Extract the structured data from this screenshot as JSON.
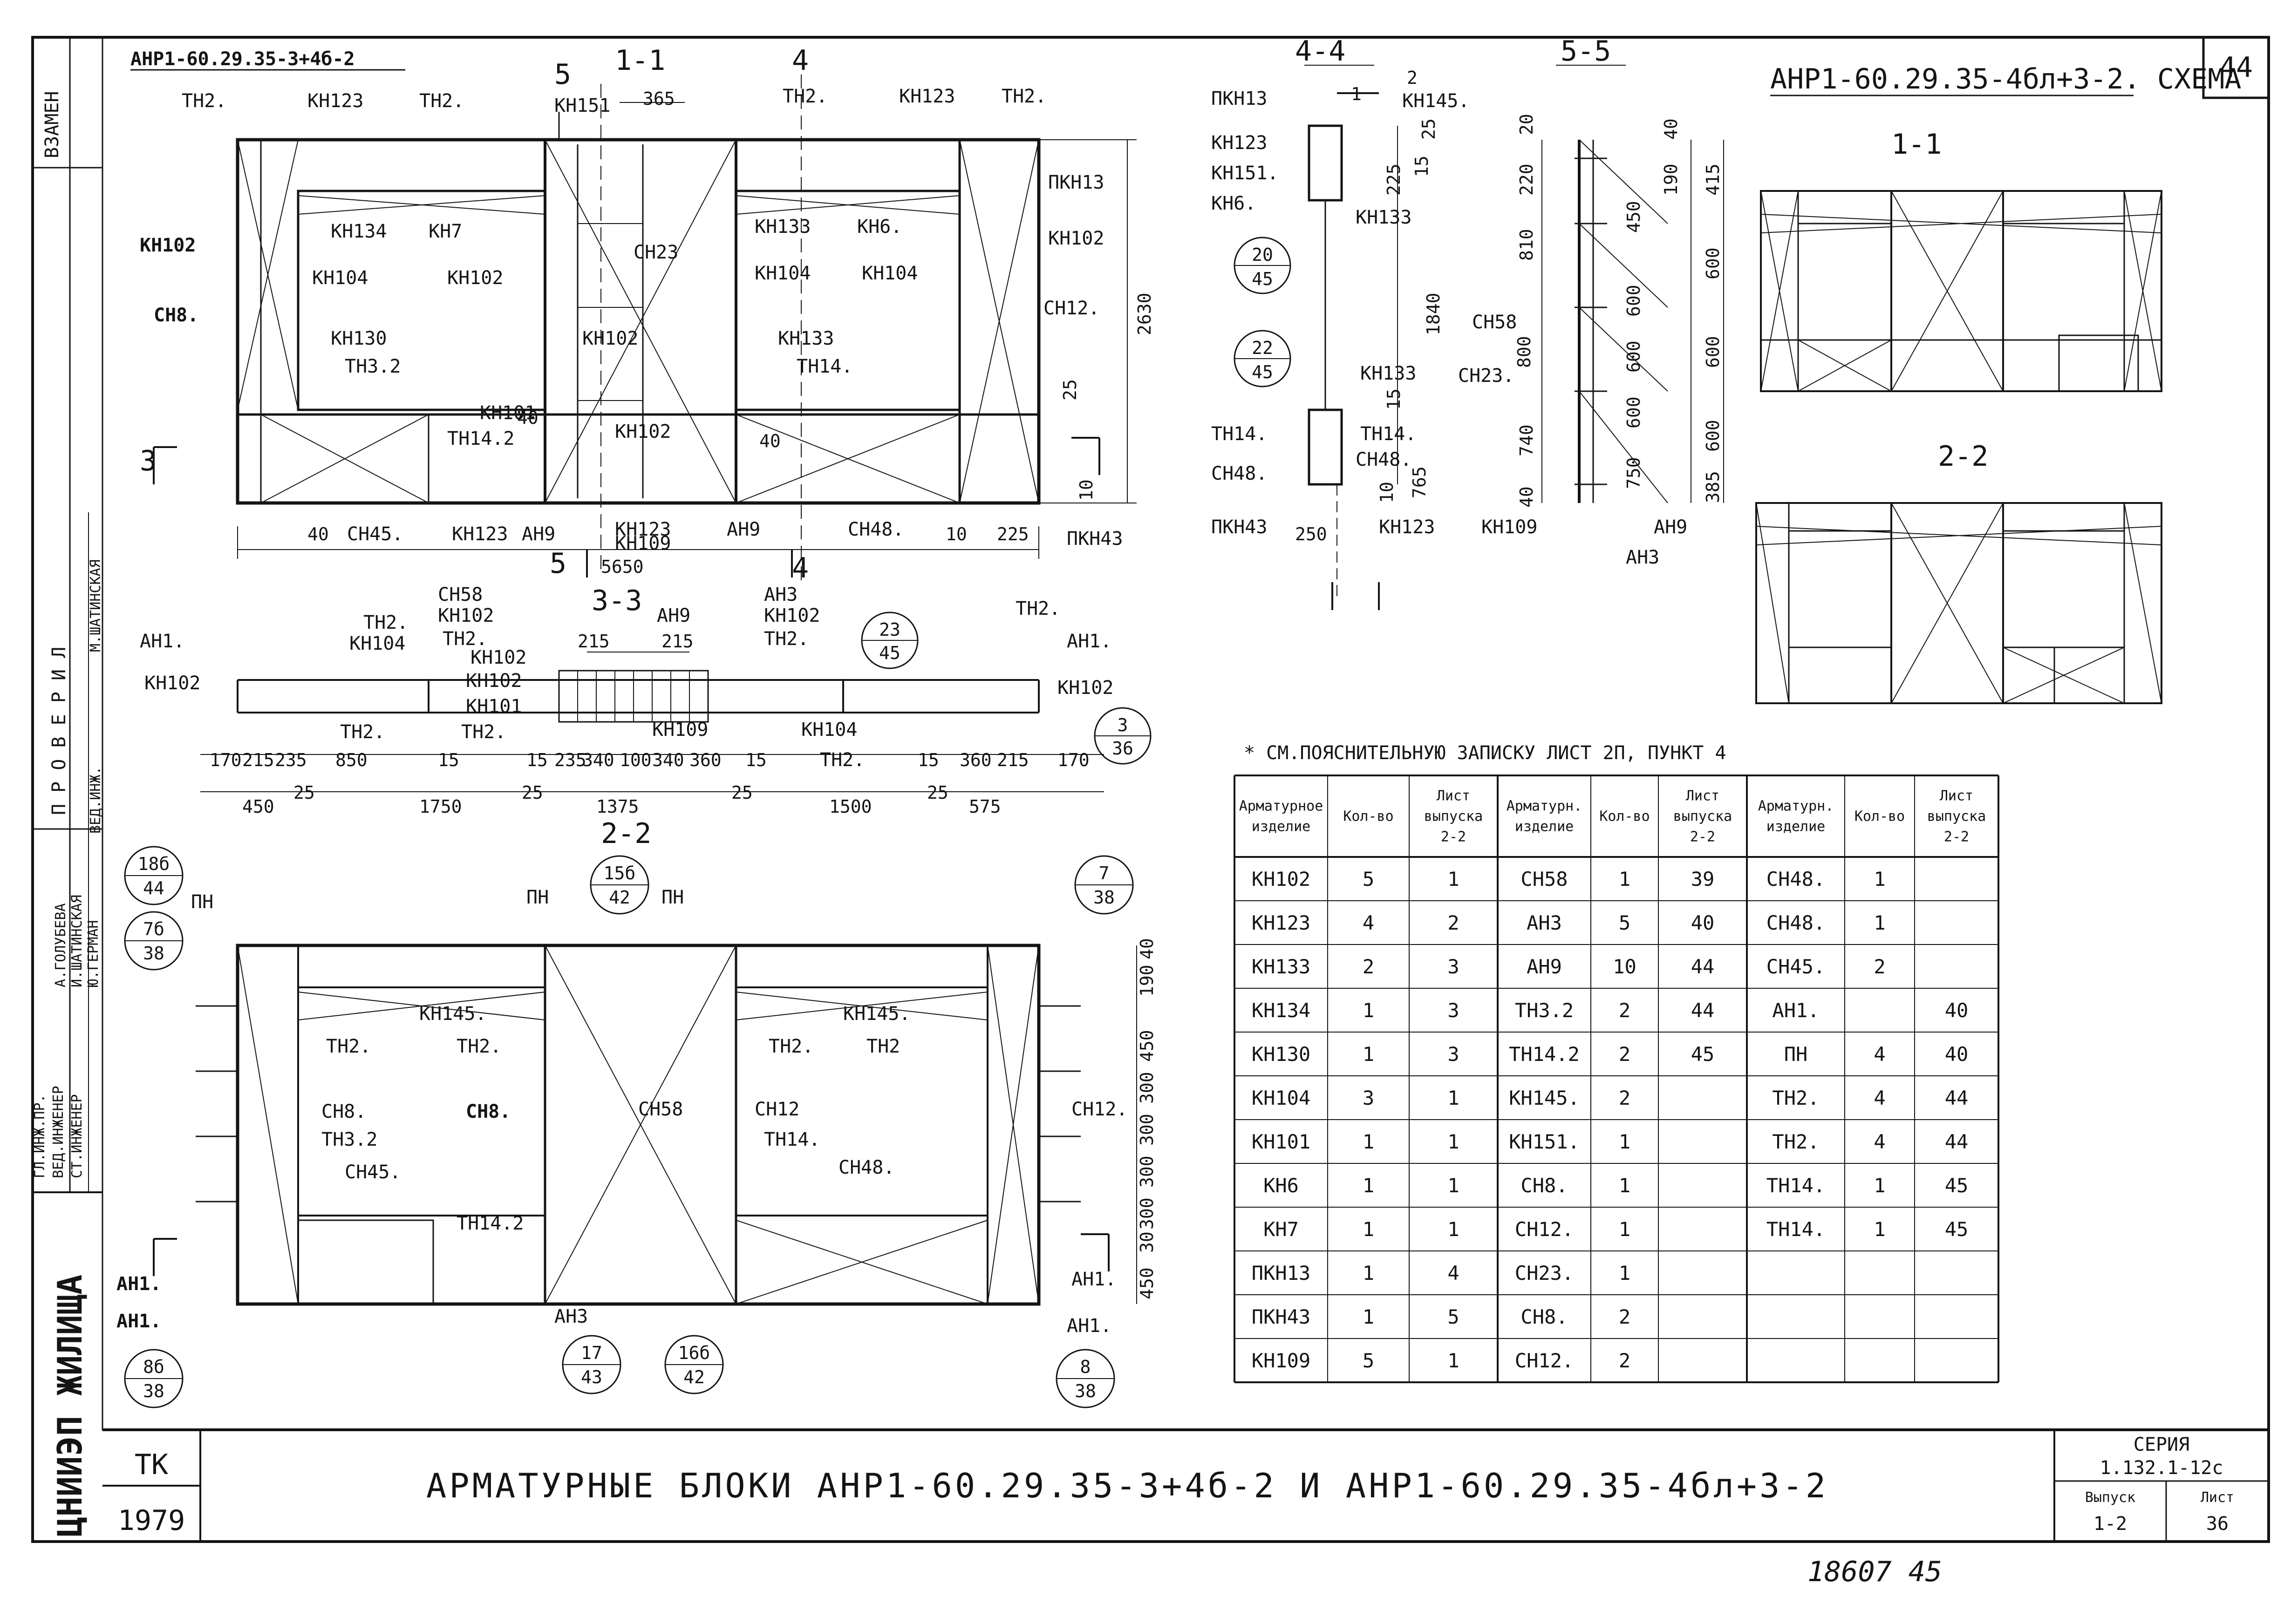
{
  "sheet": {
    "page_number": "44",
    "code": "ТК",
    "year": "1979",
    "title": "АРМАТУРНЫЕ БЛОКИ АНР1-60.29.35-3+4б-2  И  АНР1-60.29.35-4бл+3-2",
    "series_label": "СЕРИЯ",
    "series_value": "1.132.1-12с",
    "issue_label": "Выпуск",
    "issue_value": "1-2",
    "sheet_label": "Лист",
    "sheet_value": "36",
    "archive_number": "18607  45",
    "org_logo": "ЦНИИЭП ЖИЛИЩА",
    "side_stamp": {
      "vzamen": "ВЗАМЕН",
      "checked": "П Р О В Е Р И Л",
      "rows": [
        {
          "role": "ГЛ.ИНЖ.ПР.",
          "name": "Ю.ГЕРМАН"
        },
        {
          "role": "ВЕД.ИНЖЕНЕР",
          "name": "И.ШАТИНСКАЯ"
        },
        {
          "role": "СТ.ИНЖЕНЕР",
          "name": "А.ГОЛУБЕВА"
        },
        {
          "role": "ВЕД.ИНЖ.",
          "name": "М.ШАТИНСКАЯ"
        }
      ]
    }
  },
  "left_drawing": {
    "block_name": "АНР1-60.29.35-3+4б-2",
    "section_1_1": "1-1",
    "section_2_2": "2-2",
    "section_3_3": "3-3",
    "elevation_labels": [
      "ТН2.",
      "КН123",
      "ТН2.",
      "КН151",
      "ТН2.",
      "КН123",
      "ТН2.",
      "ПКН13",
      "КН134",
      "КН7",
      "КН133",
      "КН6.",
      "КН102",
      "КН104",
      "КН102",
      "СН23",
      "КН104",
      "КН104",
      "КН102",
      "СН8.",
      "КН130",
      "ТН3.2",
      "КН102",
      "КН133",
      "ТН14.",
      "СН12.",
      "КН101",
      "ТН14.2",
      "КН102",
      "КН123",
      "ПКН43",
      "СН45.",
      "КН123",
      "АН9",
      "КН109",
      "АН9",
      "СН48."
    ],
    "elevation_dims": [
      "365",
      "2630",
      "25",
      "40",
      "40",
      "10",
      "40",
      "225",
      "5650",
      "10"
    ],
    "cut_marks": [
      "5",
      "4",
      "3",
      "5",
      "4"
    ],
    "plan_labels": [
      "АН1.",
      "ТН2.",
      "КН104",
      "КН102",
      "СН58",
      "КН102",
      "ТН2.",
      "АН9",
      "АН3",
      "КН102",
      "ТН2.",
      "ТН2.",
      "АН1.",
      "КН102",
      "КН102",
      "КН101",
      "ТН2.",
      "ТН2.",
      "КН109",
      "КН104",
      "ТН2.",
      "КН102"
    ],
    "plan_dims_top": [
      "215",
      "215"
    ],
    "plan_dims_row1": [
      "170",
      "215",
      "235",
      "850",
      "15",
      "15",
      "235",
      "340",
      "100",
      "340",
      "360",
      "15",
      "15",
      "360",
      "215",
      "170"
    ],
    "plan_dims_row2": [
      "450",
      "25",
      "1750",
      "25",
      "1375",
      "25",
      "1500",
      "25",
      "575"
    ],
    "bubble_23_45": {
      "top": "23",
      "bottom": "45"
    },
    "bubble_3_36": {
      "top": "3",
      "bottom": "36"
    },
    "section_labels": [
      "ПН",
      "ПН",
      "ПН",
      "КН145.",
      "КН145.",
      "ТН2.",
      "ТН2.",
      "ТН2.",
      "ТН2",
      "СН8.",
      "СН8.",
      "СН58",
      "СН12",
      "СН12.",
      "ТН3.2",
      "ТН14.",
      "СН45.",
      "СН48.",
      "ТН14.2",
      "АН1.",
      "АН1.",
      "АН1.",
      "АН1.",
      "АН3"
    ],
    "section_dims": [
      "40",
      "190",
      "450",
      "300",
      "300",
      "300",
      "300",
      "30",
      "450"
    ],
    "bubbles": [
      {
        "top": "18б",
        "bottom": "44"
      },
      {
        "top": "7б",
        "bottom": "38"
      },
      {
        "top": "15б",
        "bottom": "42"
      },
      {
        "top": "7",
        "bottom": "38"
      },
      {
        "top": "8б",
        "bottom": "38"
      },
      {
        "top": "17",
        "bottom": "43"
      },
      {
        "top": "16б",
        "bottom": "42"
      },
      {
        "top": "8",
        "bottom": "38"
      }
    ]
  },
  "sections_4_5": {
    "title_4_4": "4-4",
    "title_5_5": "5-5",
    "labels_4_4": [
      "ПКН13",
      "КН145.",
      "КН123",
      "КН151.",
      "КН6.",
      "КН133",
      "КН133",
      "ТН14.",
      "ТН14.",
      "СН48.",
      "СН48.",
      "ПКН43",
      "КН123"
    ],
    "dims_4_4": [
      "2",
      "1",
      "25",
      "225",
      "15",
      "1840",
      "15",
      "765",
      "10",
      "250"
    ],
    "bubble_20_45": {
      "top": "20",
      "bottom": "45"
    },
    "bubble_22_45": {
      "top": "22",
      "bottom": "45"
    },
    "labels_5_5": [
      "СН58",
      "СН23.",
      "КН109",
      "АН9",
      "АН3"
    ],
    "dims_5_5_left": [
      "20",
      "220",
      "810",
      "800",
      "740",
      "40"
    ],
    "dims_5_5_mid": [
      "450",
      "600",
      "600",
      "600",
      "750"
    ],
    "dims_5_5_right": [
      "40",
      "190",
      "415",
      "600",
      "600",
      "600",
      "385"
    ]
  },
  "scheme": {
    "title": "АНР1-60.29.35-4бл+3-2. СХЕМА",
    "section_1_1": "1-1",
    "section_2_2": "2-2"
  },
  "table": {
    "note": "* СМ.ПОЯСНИТЕЛЬНУЮ ЗАПИСКУ ЛИСТ 2П, ПУНКТ 4",
    "headers": [
      [
        "Арматурное",
        "изделие"
      ],
      [
        "Кол-во"
      ],
      [
        "Лист",
        "выпуска",
        "2-2"
      ],
      [
        "Арматурн.",
        "изделие"
      ],
      [
        "Кол-во"
      ],
      [
        "Лист",
        "выпуска",
        "2-2"
      ],
      [
        "Арматурн.",
        "изделие"
      ],
      [
        "Кол-во"
      ],
      [
        "Лист",
        "выпуска",
        "2-2"
      ]
    ],
    "rows": [
      [
        "КН102",
        "5",
        "1",
        "СН58",
        "1",
        "39",
        "СН48.",
        "1",
        ""
      ],
      [
        "КН123",
        "4",
        "2",
        "АН3",
        "5",
        "40",
        "СН48.",
        "1",
        ""
      ],
      [
        "КН133",
        "2",
        "3",
        "АН9",
        "10",
        "44",
        "СН45.",
        "2",
        ""
      ],
      [
        "КН134",
        "1",
        "3",
        "ТН3.2",
        "2",
        "44",
        "АН1.",
        "",
        "40"
      ],
      [
        "КН130",
        "1",
        "3",
        "ТН14.2",
        "2",
        "45",
        "ПН",
        "4",
        "40"
      ],
      [
        "КН104",
        "3",
        "1",
        "КН145.",
        "2",
        "",
        "ТН2.",
        "4",
        "44"
      ],
      [
        "КН101",
        "1",
        "1",
        "КН151.",
        "1",
        "",
        "ТН2.",
        "4",
        "44"
      ],
      [
        "КН6",
        "1",
        "1",
        "СН8.",
        "1",
        "",
        "ТН14.",
        "1",
        "45"
      ],
      [
        "КН7",
        "1",
        "1",
        "СН12.",
        "1",
        "",
        "ТН14.",
        "1",
        "45"
      ],
      [
        "ПКН13",
        "1",
        "4",
        "СН23.",
        "1",
        "",
        "",
        "",
        ""
      ],
      [
        "ПКН43",
        "1",
        "5",
        "СН8.",
        "2",
        "",
        "",
        "",
        ""
      ],
      [
        "КН109",
        "5",
        "1",
        "СН12.",
        "2",
        "",
        "",
        "",
        ""
      ]
    ]
  }
}
